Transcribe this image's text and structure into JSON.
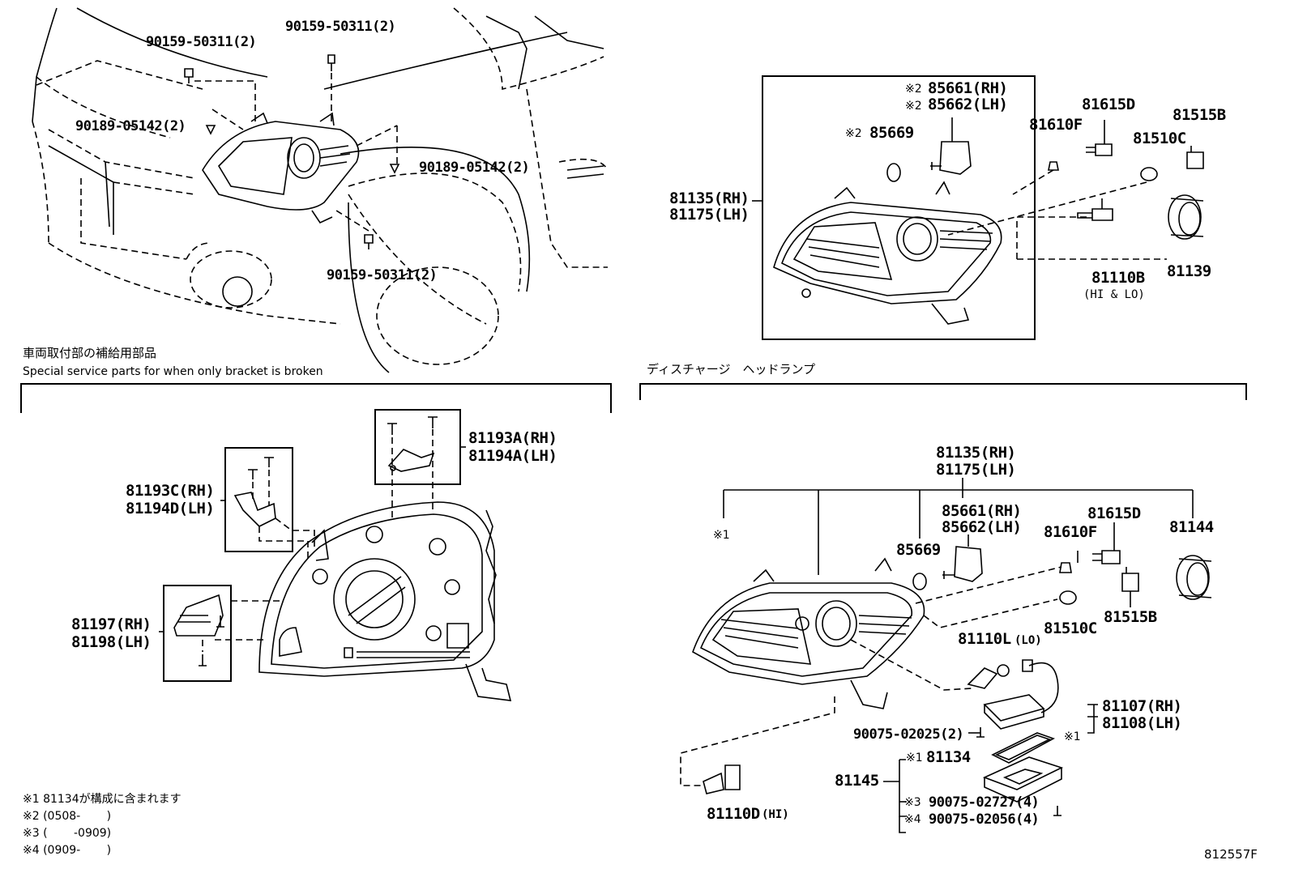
{
  "diagram_code": "812557F",
  "sections": {
    "bracket_heading_jp": "車両取付部の補給用部品",
    "bracket_heading_en": "Special service parts for when only bracket is broken",
    "discharge_heading_jp": "ディスチャージ　ヘッドランプ"
  },
  "notes": [
    "※1 81134が構成に含まれます",
    "※2 (0508-　　 )",
    "※3 (　　 -0909)",
    "※4 (0909-　　 )"
  ],
  "vehicle_view": {
    "labels": {
      "screw_top_left": "90159-50311(2)",
      "screw_top_mid": "90159-50311(2)",
      "clip_left": "90189-05142(2)",
      "clip_right": "90189-05142(2)",
      "screw_bottom": "90159-50311(2)"
    }
  },
  "halogen_view": {
    "labels": {
      "lamp_rh": "81135(RH)",
      "lamp_lh": "81175(LH)",
      "cap_rh": "85661(RH)",
      "cap_lh": "85662(LH)",
      "cap_rh_mark": "※2",
      "cap_lh_mark": "※2",
      "gasket": "85669",
      "gasket_mark": "※2",
      "bulb_small": "81610F",
      "socket_small": "81615D",
      "bulb_marker": "81510C",
      "socket_marker": "81515B",
      "bulb_main": "81110B",
      "bulb_main_note": "(HI & LO)",
      "cover": "81139"
    }
  },
  "bracket_view": {
    "labels": {
      "bracket_a_rh": "81193A(RH)",
      "bracket_a_lh": "81194A(LH)",
      "bracket_c_rh": "81193C(RH)",
      "bracket_d_lh": "81194D(LH)",
      "bracket_97_rh": "81197(RH)",
      "bracket_98_lh": "81198(LH)"
    }
  },
  "discharge_view": {
    "labels": {
      "lamp_rh": "81135(RH)",
      "lamp_lh": "81175(LH)",
      "mark1": "※1",
      "cap_rh": "85661(RH)",
      "cap_lh": "85662(LH)",
      "gasket": "85669",
      "bulb_small": "81610F",
      "socket_small": "81615D",
      "cover": "81144",
      "bulb_marker": "81510C",
      "socket_marker": "81515B",
      "bulb_lo": "81110L",
      "bulb_lo_note": "(LO)",
      "ballast_rh": "81107(RH)",
      "ballast_lh": "81108(LH)",
      "ballast_mark": "※1",
      "screw_ballast": "90075-02025(2)",
      "ballast_cover": "81134",
      "ballast_cover_mark": "※1",
      "computer": "81145",
      "screw_3": "90075-02727(4)",
      "screw_3_mark": "※3",
      "screw_4": "90075-02056(4)",
      "screw_4_mark": "※4",
      "bulb_hi": "81110D",
      "bulb_hi_note": "(HI)"
    }
  }
}
